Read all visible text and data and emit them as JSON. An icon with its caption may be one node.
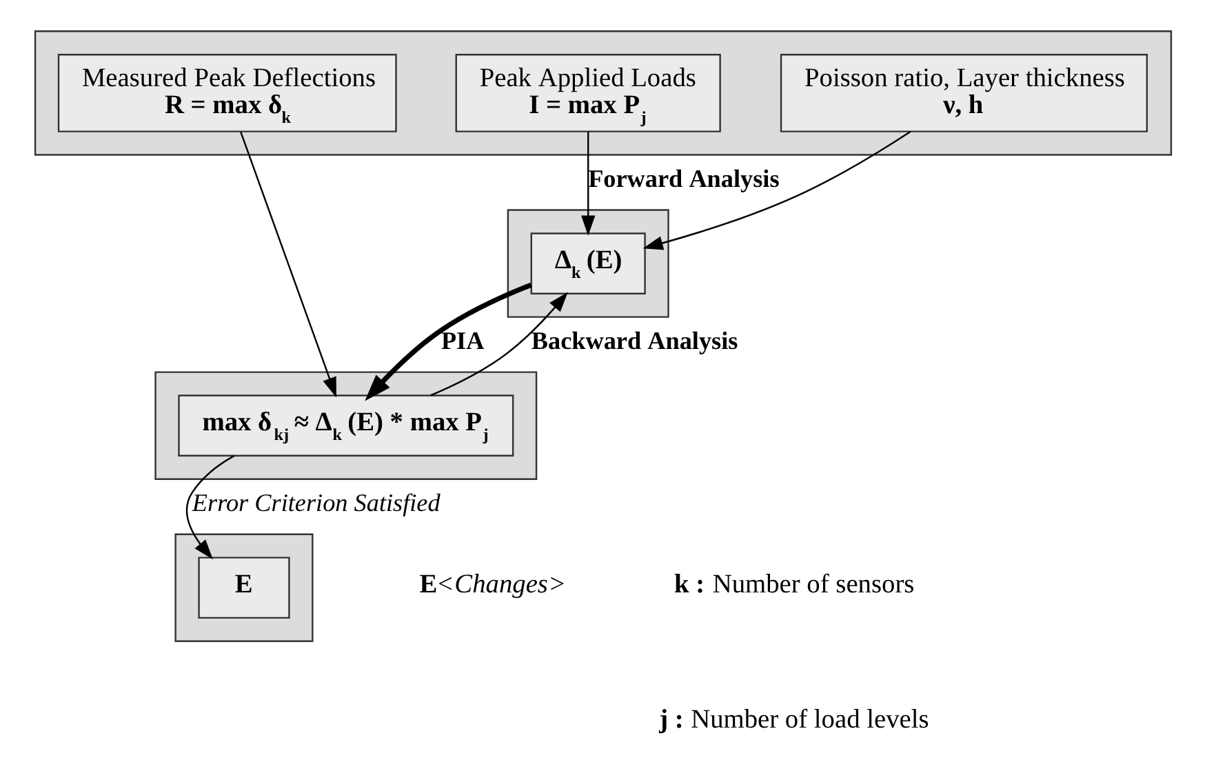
{
  "diagram": {
    "nodes": [
      {
        "text": [],
        "shape": "box"
      },
      {
        "text": [
          "Measured Peak Deflections",
          "R = max δ$_{k}$"
        ],
        "in": 0
      },
      {
        "text": [
          "Peak Applied Loads",
          "I = max P$_{j}$"
        ],
        "in": 0
      },
      {
        "text": [
          "Poisson ratio, Layer thickness",
          "ν, h"
        ],
        "in": 0
      },
      {
        "text": [],
        "shape": "box"
      },
      {
        "text": [
          "Δ$_{k}$ (E)"
        ],
        "in": 4
      },
      {
        "text": [],
        "shape": "box"
      },
      {
        "text": [
          "max δ$_{kj}$ ≈ Δ$_{k}$ (E) * max P$_{j}$"
        ],
        "in": 6
      },
      {
        "text": [],
        "shape": "box"
      },
      {
        "text": [
          "E"
        ],
        "in": 8
      }
    ],
    "edges": [
      {
        "from": 2,
        "to": 5,
        "arrow": "to",
        "label": "Forward Analysis"
      },
      {
        "from": 3,
        "to": 5,
        "arrow": "to"
      },
      {
        "from": 7,
        "to": 5,
        "arrow": "to",
        "label": "Backward Analysis"
      },
      {
        "from": 5,
        "to": 7,
        "arrow": "to",
        "label": "PIA",
        "style": "thick"
      },
      {
        "from": 1,
        "to": 7,
        "arrow": "to"
      },
      {
        "from": 7,
        "to": 9,
        "arrow": "to",
        "label": "Error Criterion Satisfied"
      }
    ],
    "labels": [
      "**E**<*Changes*>",
      "**k :** Number of sensors",
      "**j :** Number of load levels"
    ]
  }
}
